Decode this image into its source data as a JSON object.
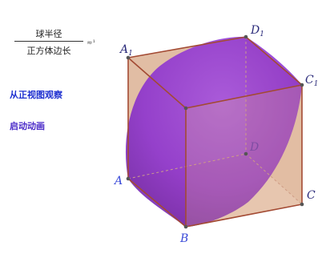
{
  "ratio": {
    "numerator": "球半径",
    "denominator": "正方体边长",
    "value": "≈¹"
  },
  "links": {
    "front_view": "从正视图观察",
    "animate": "启动动画"
  },
  "points": {
    "A1": {
      "main": "A",
      "sub": "1"
    },
    "D1": {
      "main": "D",
      "sub": "1"
    },
    "C1": {
      "main": "C",
      "sub": "1"
    },
    "A": {
      "main": "A",
      "sub": ""
    },
    "B": {
      "main": "B",
      "sub": ""
    },
    "C": {
      "main": "C",
      "sub": ""
    },
    "D": {
      "main": "D",
      "sub": ""
    }
  },
  "colors": {
    "face_fill": "#c8875a",
    "sphere_fill": "#8a2fd0",
    "edge": "#a34a33",
    "hidden_edge": "#cc9c8c",
    "vertex": "#555555"
  }
}
